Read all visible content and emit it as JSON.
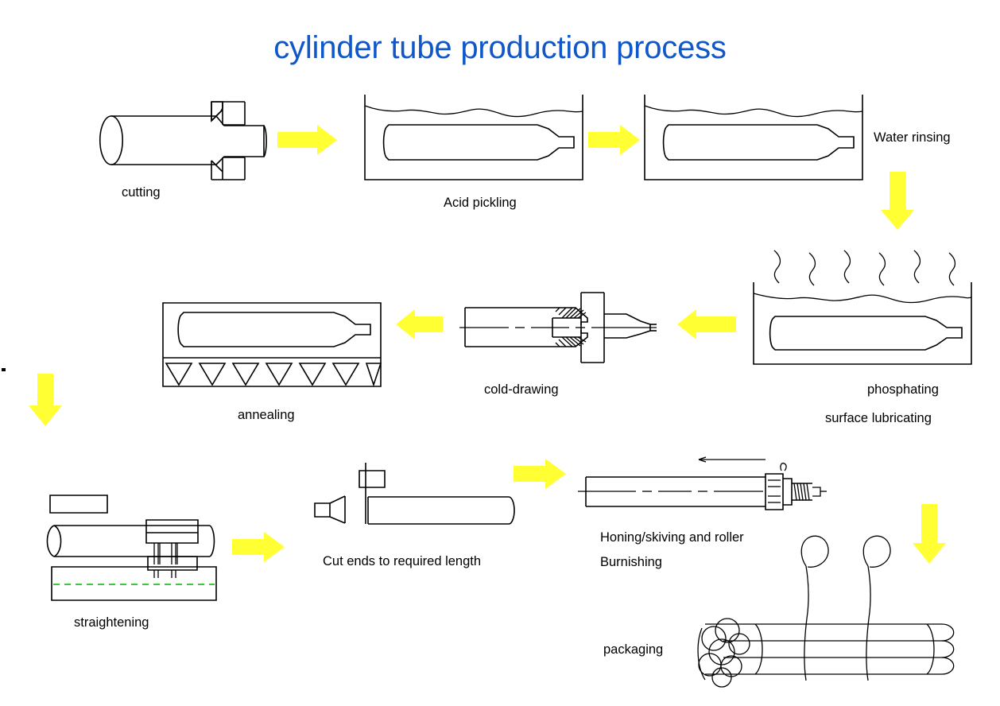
{
  "title": "cylinder tube production process",
  "colors": {
    "title": "#1057c8",
    "arrow": "#ffff33",
    "line": "#000000",
    "centerline_green": "#00b400",
    "background": "#ffffff"
  },
  "diagram": {
    "type": "process-flow",
    "direction": "boustrophedon (row 1 left-to-right, row 2 right-to-left, row 3 left-to-right)",
    "steps": [
      {
        "id": "cutting",
        "label": "cutting",
        "row": 1,
        "order": 1
      },
      {
        "id": "acid-pickling",
        "label": "Acid pickling",
        "row": 1,
        "order": 2
      },
      {
        "id": "water-rinsing",
        "label": "Water rinsing",
        "row": 1,
        "order": 3
      },
      {
        "id": "phosphating",
        "label": "phosphating",
        "label2": "surface lubricating",
        "row": 2,
        "order": 4
      },
      {
        "id": "cold-drawing",
        "label": "cold-drawing",
        "row": 2,
        "order": 5
      },
      {
        "id": "annealing",
        "label": "annealing",
        "row": 2,
        "order": 6
      },
      {
        "id": "straightening",
        "label": "straightening",
        "row": 3,
        "order": 7
      },
      {
        "id": "cut-ends",
        "label": "Cut ends to required length",
        "row": 3,
        "order": 8
      },
      {
        "id": "honing",
        "label": "Honing/skiving and roller",
        "label2": "Burnishing",
        "row": 3,
        "order": 9
      },
      {
        "id": "packaging",
        "label": "packaging",
        "row": 3,
        "order": 10
      }
    ],
    "arrows": [
      {
        "id": "arrow-cutting-to-pickling",
        "direction": "right"
      },
      {
        "id": "arrow-pickling-to-rinsing",
        "direction": "right"
      },
      {
        "id": "arrow-rinsing-to-phosphating",
        "direction": "down"
      },
      {
        "id": "arrow-phosphating-to-colddrawing",
        "direction": "left"
      },
      {
        "id": "arrow-colddrawing-to-annealing",
        "direction": "left"
      },
      {
        "id": "arrow-annealing-to-straightening",
        "direction": "down"
      },
      {
        "id": "arrow-straightening-to-cutends",
        "direction": "right"
      },
      {
        "id": "arrow-cutends-to-honing",
        "direction": "right"
      },
      {
        "id": "arrow-honing-to-packaging",
        "direction": "down"
      }
    ]
  },
  "labels": {
    "cutting": "cutting",
    "acid_pickling": "Acid pickling",
    "water_rinsing": "Water rinsing",
    "phosphating": "phosphating",
    "surface_lubricating": "surface lubricating",
    "cold_drawing": "cold-drawing",
    "annealing": "annealing",
    "straightening": "straightening",
    "cut_ends": "Cut ends to required length",
    "honing": "Honing/skiving and roller",
    "burnishing": "Burnishing",
    "packaging": "packaging"
  }
}
